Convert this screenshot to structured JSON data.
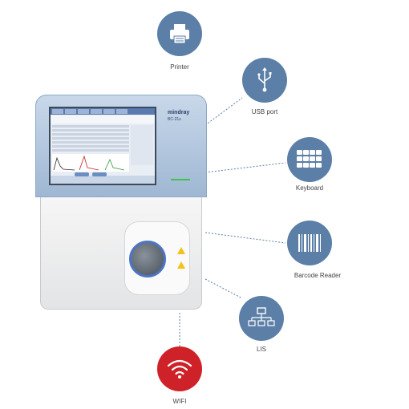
{
  "labels": {
    "printer": "Printer",
    "usb": "USB port",
    "keyboard": "Keyboard",
    "barcode": "Barcode Reader",
    "lis": "LIS",
    "wifi": "WIFI"
  },
  "device": {
    "brand": "mindray",
    "model": "BC-21s"
  },
  "colors": {
    "icon_blue": "#5b7fa6",
    "wifi_red": "#cf2128",
    "device_blue": "#9fb7d3",
    "led_green": "#3fc24b"
  },
  "icons": [
    "printer-icon",
    "usb-icon",
    "keyboard-icon",
    "barcode-icon",
    "network-icon",
    "wifi-icon"
  ]
}
